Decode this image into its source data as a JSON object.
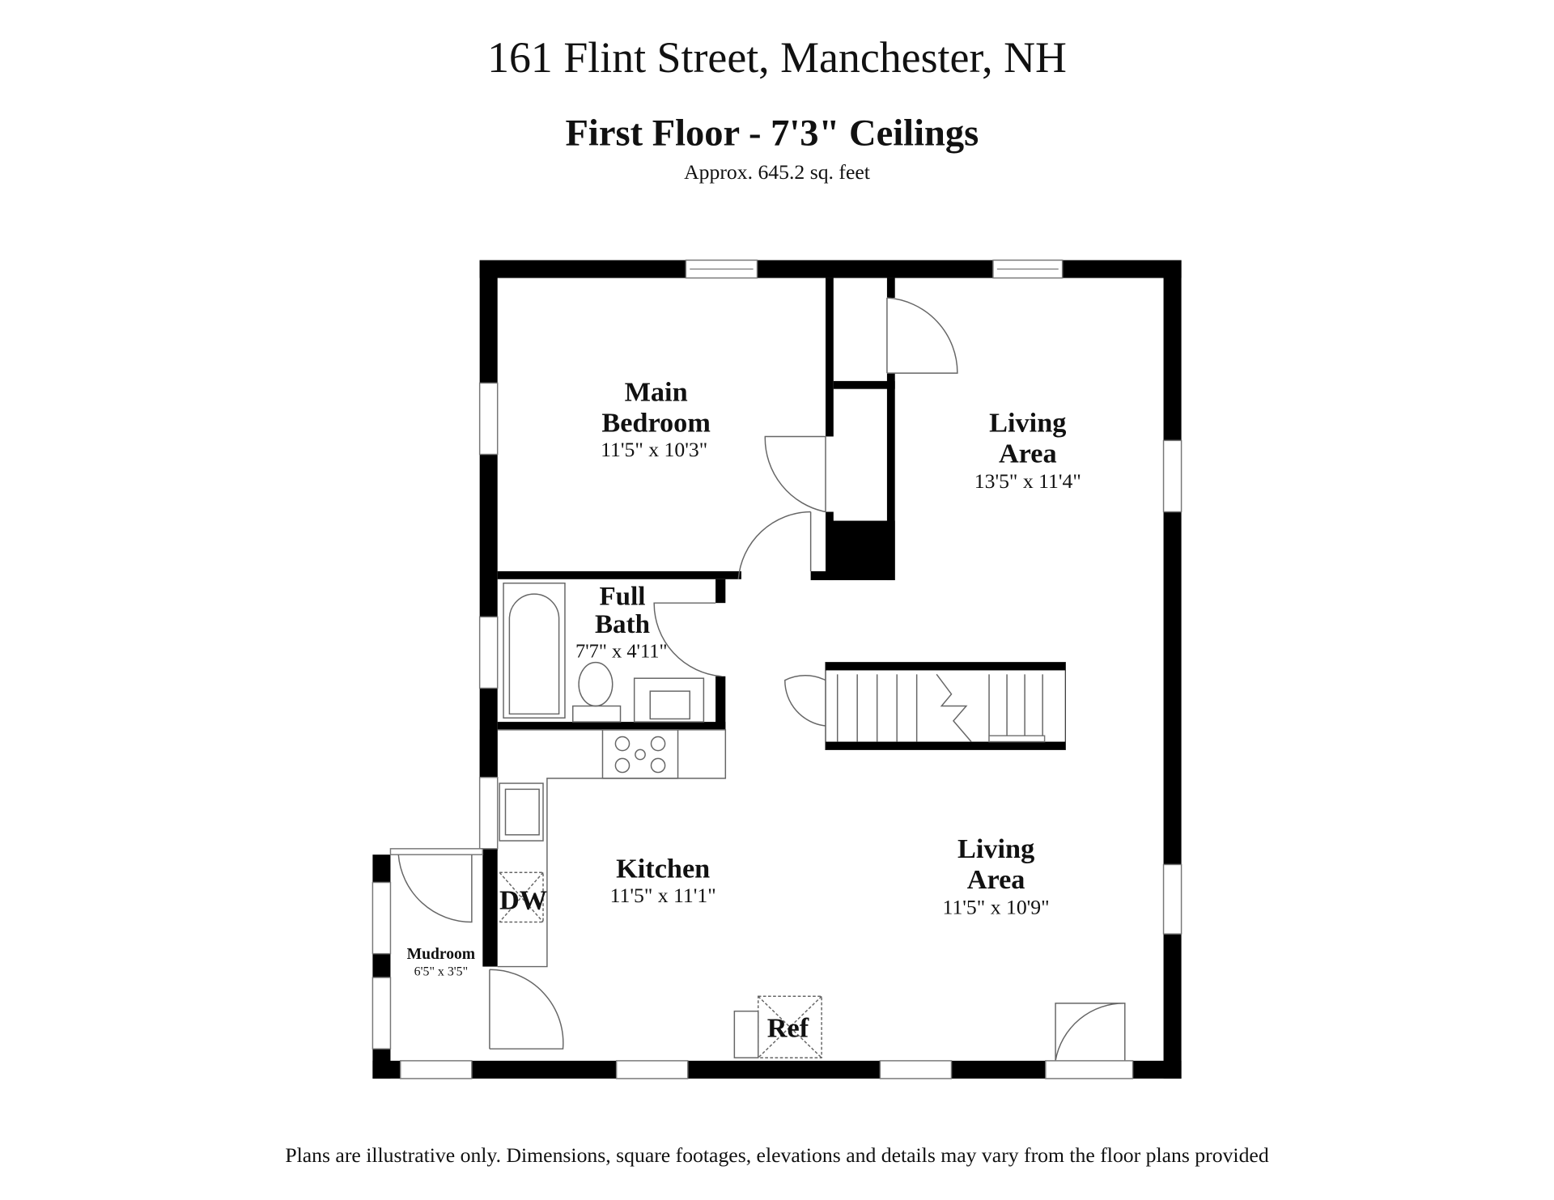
{
  "header": {
    "address": "161 Flint Street, Manchester, NH",
    "floor_title": "First Floor - 7'3\" Ceilings",
    "area": "Approx. 645.2 sq. feet"
  },
  "rooms": [
    {
      "name_lines": [
        "Main",
        "Bedroom"
      ],
      "dimensions": "11'5\" x 10'3\""
    },
    {
      "name_lines": [
        "Living",
        "Area"
      ],
      "dimensions": "13'5\" x 11'4\""
    },
    {
      "name_lines": [
        "Full",
        "Bath"
      ],
      "dimensions": "7'7\" x 4'11\""
    },
    {
      "name_lines": [
        "Kitchen"
      ],
      "dimensions": "11'5\" x 11'1\""
    },
    {
      "name_lines": [
        "Living",
        "Area"
      ],
      "dimensions": "11'5\" x 10'9\""
    },
    {
      "name_lines": [
        "Mudroom"
      ],
      "dimensions": "6'5\" x 3'5\""
    }
  ],
  "fixtures": {
    "dishwasher": "DW",
    "refrigerator": "Ref"
  },
  "footer": {
    "disclaimer": "Plans are illustrative only. Dimensions, square footages, elevations and details may vary from the floor plans provided"
  }
}
